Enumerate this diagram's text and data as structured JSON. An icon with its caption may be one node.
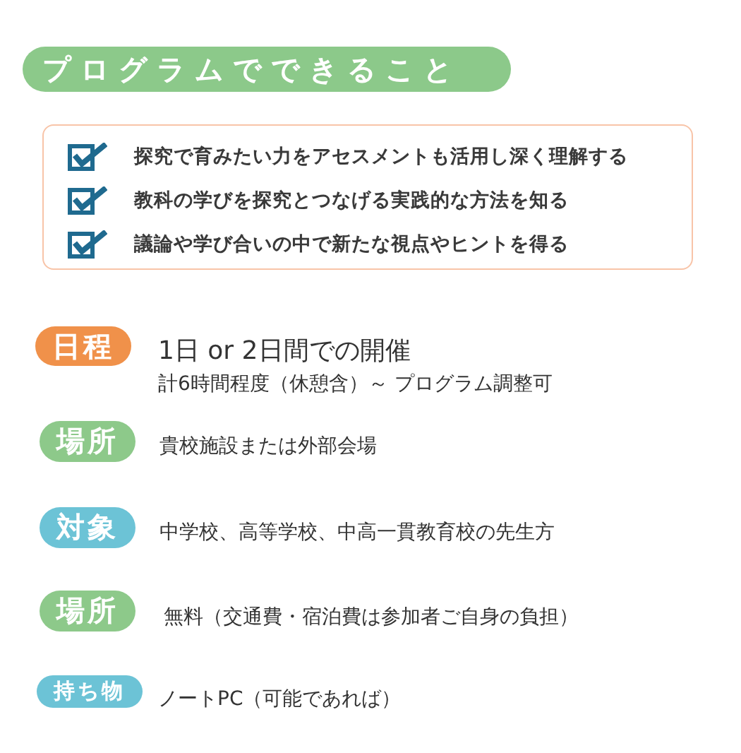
{
  "diagram": {
    "nodes": [
      {
        "text": [
          "プログラムでできること"
        ]
      },
      {
        "text": [
          "探究で育みたい力をアセスメントも活用し深く理解する",
          "教科の学びを探究とつなげる実践的な方法を知る",
          "議論や学び合いの中で新たな視点やヒントを得る"
        ]
      },
      {
        "text": [
          "日程"
        ],
        "beside": [
          "1日 or 2日間での開催",
          "計6時間程度（休憩含）～ プログラム調整可"
        ]
      },
      {
        "text": [
          "場所"
        ],
        "beside": [
          "貴校施設または外部会場"
        ]
      },
      {
        "text": [
          "対象"
        ],
        "beside": [
          "中学校、高等学校、中高一貫教育校の先生方"
        ]
      },
      {
        "text": [
          "場所"
        ],
        "beside": [
          "無料（交通費・宿泊費は参加者ご自身の負担）"
        ]
      },
      {
        "text": [
          "持ち物"
        ],
        "beside": [
          "ノートPC（可能であれば）"
        ]
      }
    ]
  }
}
